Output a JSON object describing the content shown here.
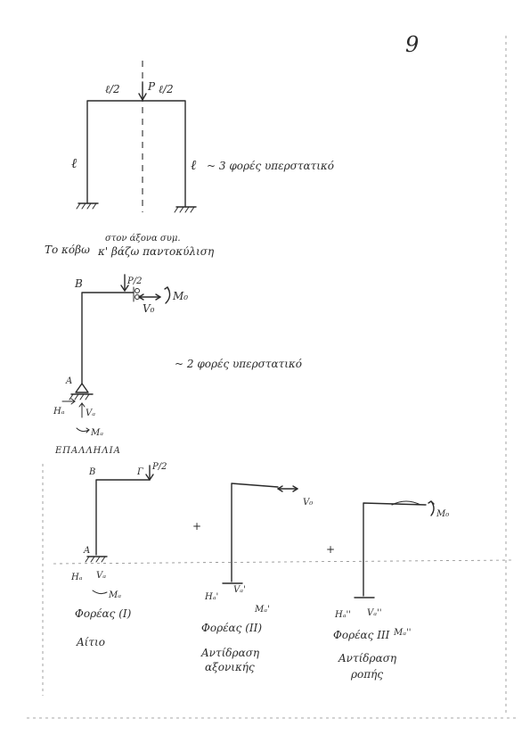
{
  "page": {
    "number": "9"
  },
  "frame_top": {
    "half_span_left": "ℓ/2",
    "half_span_right": "ℓ/2",
    "load": "P",
    "height_left": "ℓ",
    "height_right": "ℓ",
    "note": "~ 3 φορές υπερστατικό"
  },
  "instruction": {
    "line1": "Το κόβω",
    "line1_sup": "στον άξονα συμ.",
    "line2": "κ' βάζω παντοκύλιση"
  },
  "half_frame": {
    "node_B": "B",
    "load": "P/2",
    "moment_top": "M₀",
    "shear_top": "V₀",
    "node_A": "A",
    "reaction_h": "Hₐ",
    "reaction_v": "Vₐ",
    "moment_base": "Mₐ",
    "note": "~ 2 φορές υπερστατικό"
  },
  "superposition": {
    "title": "ΕΠΑΛΛΗΛΙΑ",
    "plus_1": "+",
    "plus_2": "+",
    "system_1": {
      "node_B": "B",
      "node_G": "Γ",
      "load": "P/2",
      "node_A": "A",
      "reaction_h": "Hₐ",
      "reaction_v": "Vₐ",
      "moment": "Mₐ",
      "label": "Φορέας (I)",
      "caption": "Αίτιο"
    },
    "system_2": {
      "load": "V₀",
      "reaction_h": "Hₐ'",
      "reaction_v": "Vₐ'",
      "moment": "Mₐ'",
      "label": "Φορέας (II)",
      "caption_1": "Αντίδραση",
      "caption_2": "αξονικής"
    },
    "system_3": {
      "load": "M₀",
      "reaction_h": "Hₐ''",
      "reaction_v": "Vₐ''",
      "moment": "Mₐ''",
      "label": "Φορέας III",
      "caption_1": "Αντίδραση",
      "caption_2": "ροπής"
    }
  }
}
